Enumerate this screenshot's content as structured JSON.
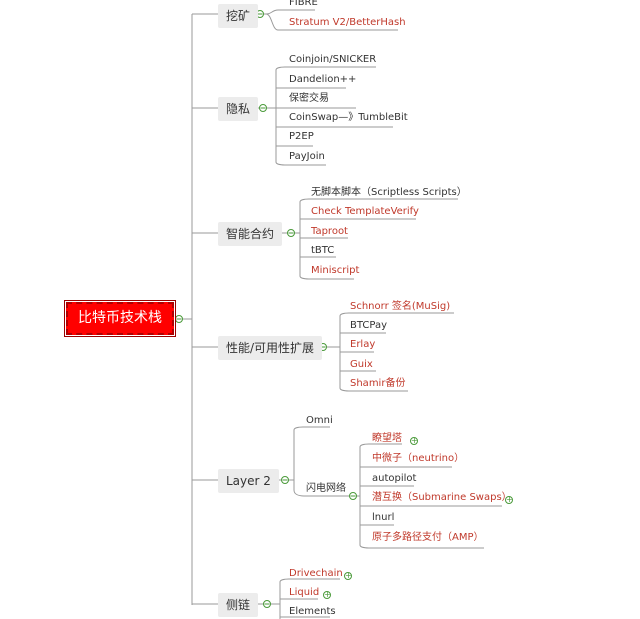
{
  "root": {
    "label": "比特币技术栈"
  },
  "categories": {
    "mining": {
      "label": "挖矿",
      "children": [
        {
          "label": "FIBRE",
          "color": "dark"
        },
        {
          "label": "Stratum V2/BetterHash",
          "color": "red"
        }
      ]
    },
    "privacy": {
      "label": "隐私",
      "children": [
        {
          "label": "Coinjoin/SNICKER",
          "color": "dark"
        },
        {
          "label": "Dandelion++",
          "color": "dark"
        },
        {
          "label": "保密交易",
          "color": "dark"
        },
        {
          "label": "CoinSwap—》TumbleBit",
          "color": "dark"
        },
        {
          "label": "P2EP",
          "color": "dark"
        },
        {
          "label": "PayJoin",
          "color": "dark"
        }
      ]
    },
    "smart_contracts": {
      "label": "智能合约",
      "children": [
        {
          "label": "无脚本脚本（Scriptless Scripts）",
          "color": "dark"
        },
        {
          "label": "Check TemplateVerify",
          "color": "red"
        },
        {
          "label": "Taproot",
          "color": "red"
        },
        {
          "label": "tBTC",
          "color": "dark"
        },
        {
          "label": "Miniscript",
          "color": "red"
        }
      ]
    },
    "performance": {
      "label": "性能/可用性扩展",
      "children": [
        {
          "label": "Schnorr 签名(MuSig)",
          "color": "red"
        },
        {
          "label": "BTCPay",
          "color": "dark"
        },
        {
          "label": "Erlay",
          "color": "red"
        },
        {
          "label": "Guix",
          "color": "red"
        },
        {
          "label": "Shamir备份",
          "color": "red"
        }
      ]
    },
    "layer2": {
      "label": "Layer 2",
      "omni": "Omni",
      "lightning": {
        "label": "闪电网络",
        "children": [
          {
            "label": "瞭望塔",
            "color": "red"
          },
          {
            "label": "中微子（neutrino）",
            "color": "red"
          },
          {
            "label": "autopilot",
            "color": "dark"
          },
          {
            "label": "潜互换（Submarine Swaps）",
            "color": "red"
          },
          {
            "label": "lnurl",
            "color": "dark"
          },
          {
            "label": "原子多路径支付（AMP）",
            "color": "red"
          }
        ]
      }
    },
    "sidechains": {
      "label": "侧链",
      "children": [
        {
          "label": "Drivechain",
          "color": "red"
        },
        {
          "label": "Liquid",
          "color": "red"
        },
        {
          "label": "Elements",
          "color": "dark"
        }
      ]
    }
  },
  "colors": {
    "root_fill": "#ff0000",
    "highlight_text": "#c0392b",
    "normal_text": "#333333",
    "connector": "#9a9a9a",
    "expand_icon": "#4a9a3a"
  }
}
